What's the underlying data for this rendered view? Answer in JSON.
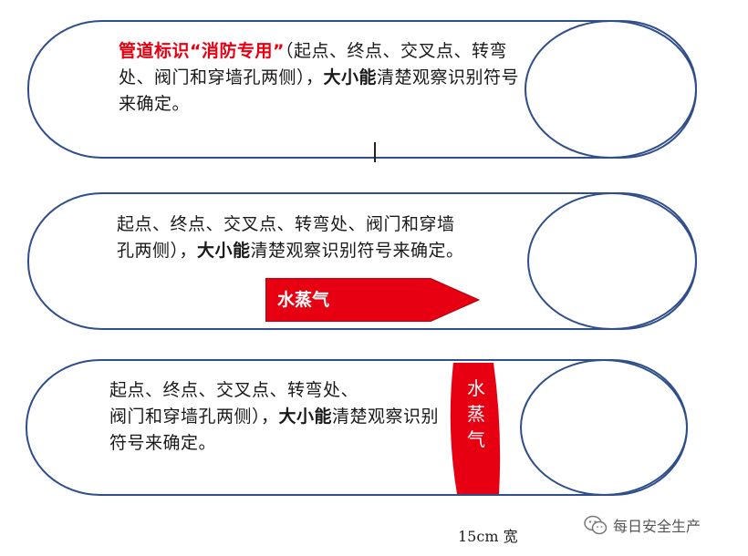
{
  "pipe1": {
    "title": "管道标识“消防专用”",
    "body": "（起点、终点、交叉点、转弯处、阀门和穿墙孔两侧），",
    "emph": "大小能",
    "tail": "清楚观察识别符号来确定。"
  },
  "pipe2": {
    "line1": "起点、终点、交叉点、转弯处、阀门和穿墙",
    "line2": "孔两侧），",
    "emph": "大小能",
    "tail": "清楚观察识别符号来确定。",
    "arrow_label": "水蒸气"
  },
  "pipe3": {
    "line1": "起点、终点、交叉点、转弯处、",
    "line2": "阀门和穿墙孔两侧），",
    "emph": "大小能",
    "tail": "清楚观察识别符号来确定。",
    "band_label": "水蒸气"
  },
  "width_label": "15cm 宽",
  "watermark": "每日安全生产",
  "colors": {
    "red": "#e60012",
    "pipe_outline": "#2f4e8a"
  }
}
